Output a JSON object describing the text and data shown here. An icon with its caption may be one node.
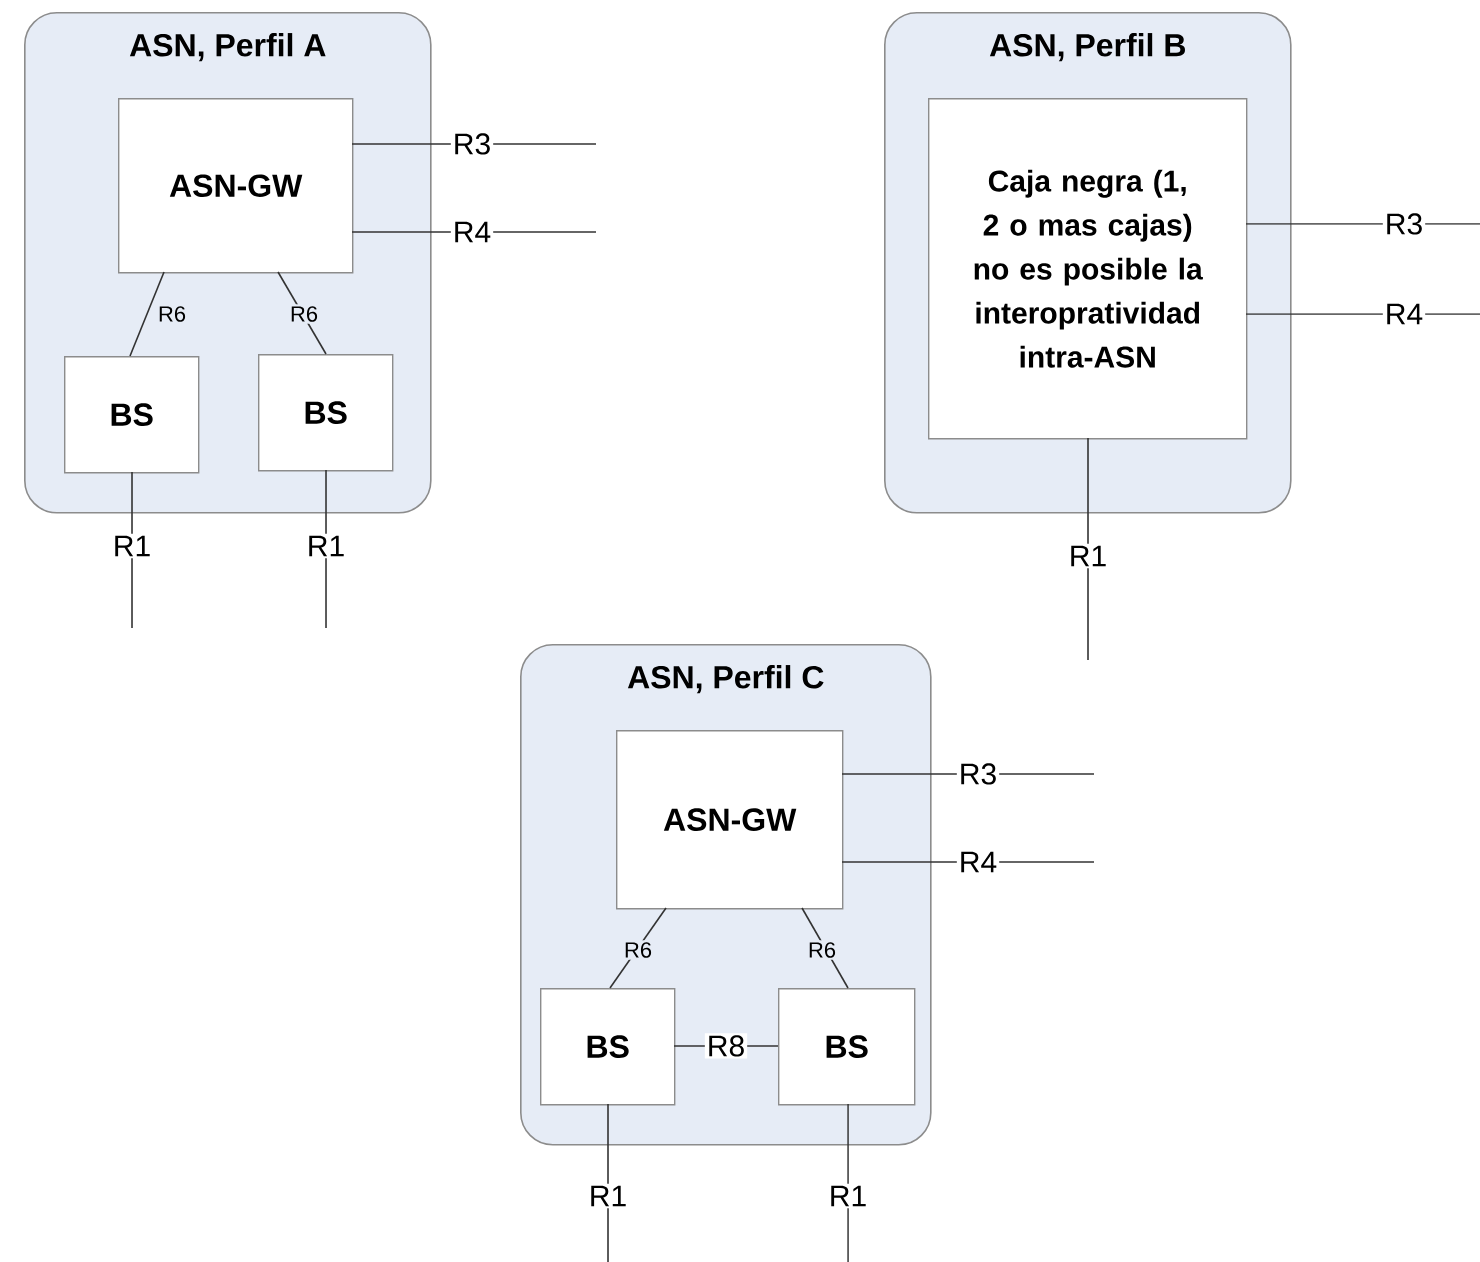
{
  "diagram": {
    "nodes": [
      {
        "text": [
          "ASN, Perfil A"
        ]
      },
      {
        "text": [
          "ASN-GW"
        ],
        "in": 0
      },
      {
        "text": [
          "BS"
        ],
        "in": 0
      },
      {
        "text": [
          "BS"
        ],
        "in": 0
      },
      {
        "text": [
          "ASN, Perfil B"
        ]
      },
      {
        "text": [
          "Caja negra (1, 2 o mas cajas) no es posible la interopratividad intra-ASN"
        ],
        "in": 4
      },
      {
        "text": [
          "ASN, Perfil C"
        ]
      },
      {
        "text": [
          "ASN-GW"
        ],
        "in": 6
      },
      {
        "text": [
          "BS"
        ],
        "in": 6
      },
      {
        "text": [
          "BS"
        ],
        "in": 6
      }
    ],
    "edges": [
      {
        "from": 1,
        "to": 2,
        "arrow": "none",
        "label": "R6"
      },
      {
        "from": 1,
        "to": 3,
        "arrow": "none",
        "label": "R6"
      },
      {
        "from": 1,
        "to": null,
        "arrow": "none",
        "label": "R3"
      },
      {
        "from": 1,
        "to": null,
        "arrow": "none",
        "label": "R4"
      },
      {
        "from": 2,
        "to": null,
        "arrow": "none",
        "label": "R1"
      },
      {
        "from": 3,
        "to": null,
        "arrow": "none",
        "label": "R1"
      },
      {
        "from": 5,
        "to": null,
        "arrow": "none",
        "label": "R3"
      },
      {
        "from": 5,
        "to": null,
        "arrow": "none",
        "label": "R4"
      },
      {
        "from": 5,
        "to": null,
        "arrow": "none",
        "label": "R1"
      },
      {
        "from": 7,
        "to": 8,
        "arrow": "none",
        "label": "R6"
      },
      {
        "from": 7,
        "to": 9,
        "arrow": "none",
        "label": "R6"
      },
      {
        "from": 7,
        "to": null,
        "arrow": "none",
        "label": "R3"
      },
      {
        "from": 7,
        "to": null,
        "arrow": "none",
        "label": "R4"
      },
      {
        "from": 8,
        "to": 9,
        "arrow": "none",
        "label": "R8"
      },
      {
        "from": 8,
        "to": null,
        "arrow": "none",
        "label": "R1"
      },
      {
        "from": 9,
        "to": null,
        "arrow": "none",
        "label": "R1"
      }
    ]
  }
}
